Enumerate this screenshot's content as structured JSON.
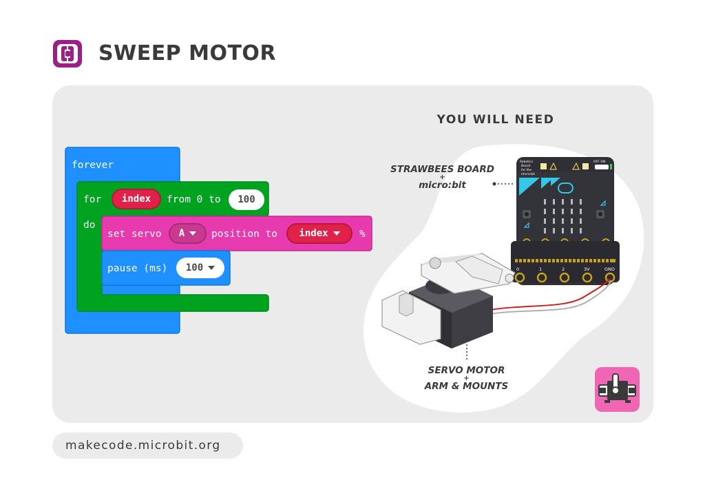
{
  "header": {
    "title": "SWEEP MOTOR",
    "logo_icon": "makecode-logo-icon",
    "logo_color": "#9c1f87"
  },
  "blocks": {
    "forever_label": "forever",
    "for_label": "for",
    "for_var": "index",
    "from_label": "from 0 to",
    "for_limit": "100",
    "do_label": "do",
    "servo_label": "set servo",
    "servo_pin": "A",
    "position_label": "position to",
    "position_value": "index",
    "percent_label": "%",
    "pause_label": "pause (ms)",
    "pause_value": "100",
    "colors": {
      "forever": "#1e90ff",
      "loop": "#00a320",
      "servo": "#e63aae",
      "variable": "#e0214a"
    }
  },
  "hardware": {
    "title": "YOU WILL NEED",
    "board_label_1": "STRAWBEES BOARD",
    "board_plus": "+",
    "board_label_2": "micro:bit",
    "motor_label_1": "SERVO MOTOR",
    "motor_plus": "+",
    "motor_label_2": "ARM & MOUNTS",
    "board_text_1": "Robotics",
    "board_text_2": "Board",
    "board_text_3": "for the",
    "board_text_4": "micro:bit",
    "board_switch": "OFF-ON",
    "pins": [
      "0",
      "1",
      "2",
      "3V",
      "GND"
    ],
    "badge_icon": "servo-motor-icon"
  },
  "footer": {
    "url": "makecode.microbit.org"
  }
}
